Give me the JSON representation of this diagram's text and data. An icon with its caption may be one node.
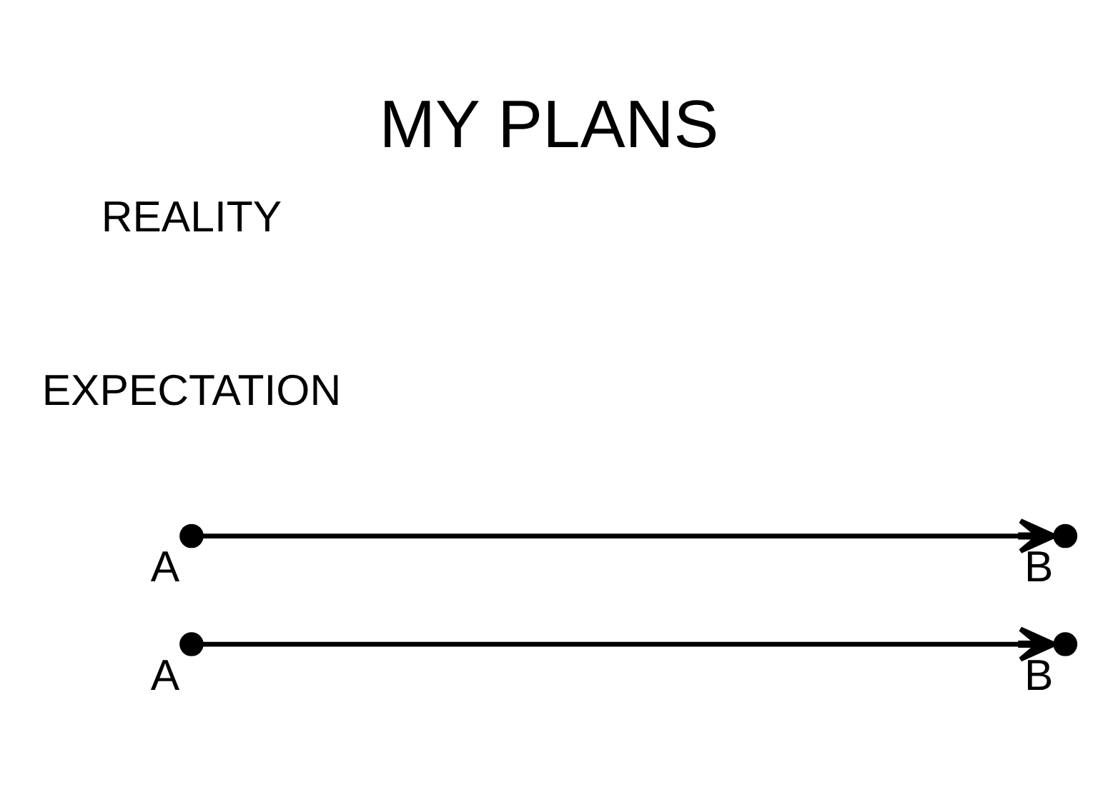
{
  "diagram": {
    "title": "MY PLANS",
    "nodes": [
      {
        "text": [],
        "shape": "circle",
        "beside": [
          "A"
        ]
      },
      {
        "text": [],
        "shape": "circle",
        "beside": [
          "B"
        ]
      },
      {
        "text": [],
        "shape": "circle",
        "beside": [
          "A"
        ]
      },
      {
        "text": [],
        "shape": "circle",
        "beside": [
          "B"
        ]
      }
    ],
    "edges": [
      {
        "from": 0,
        "to": 1,
        "arrow": "to"
      },
      {
        "from": 2,
        "to": 3,
        "arrow": "to"
      }
    ],
    "labels": [
      "EXPECTATION",
      "REALITY"
    ]
  }
}
